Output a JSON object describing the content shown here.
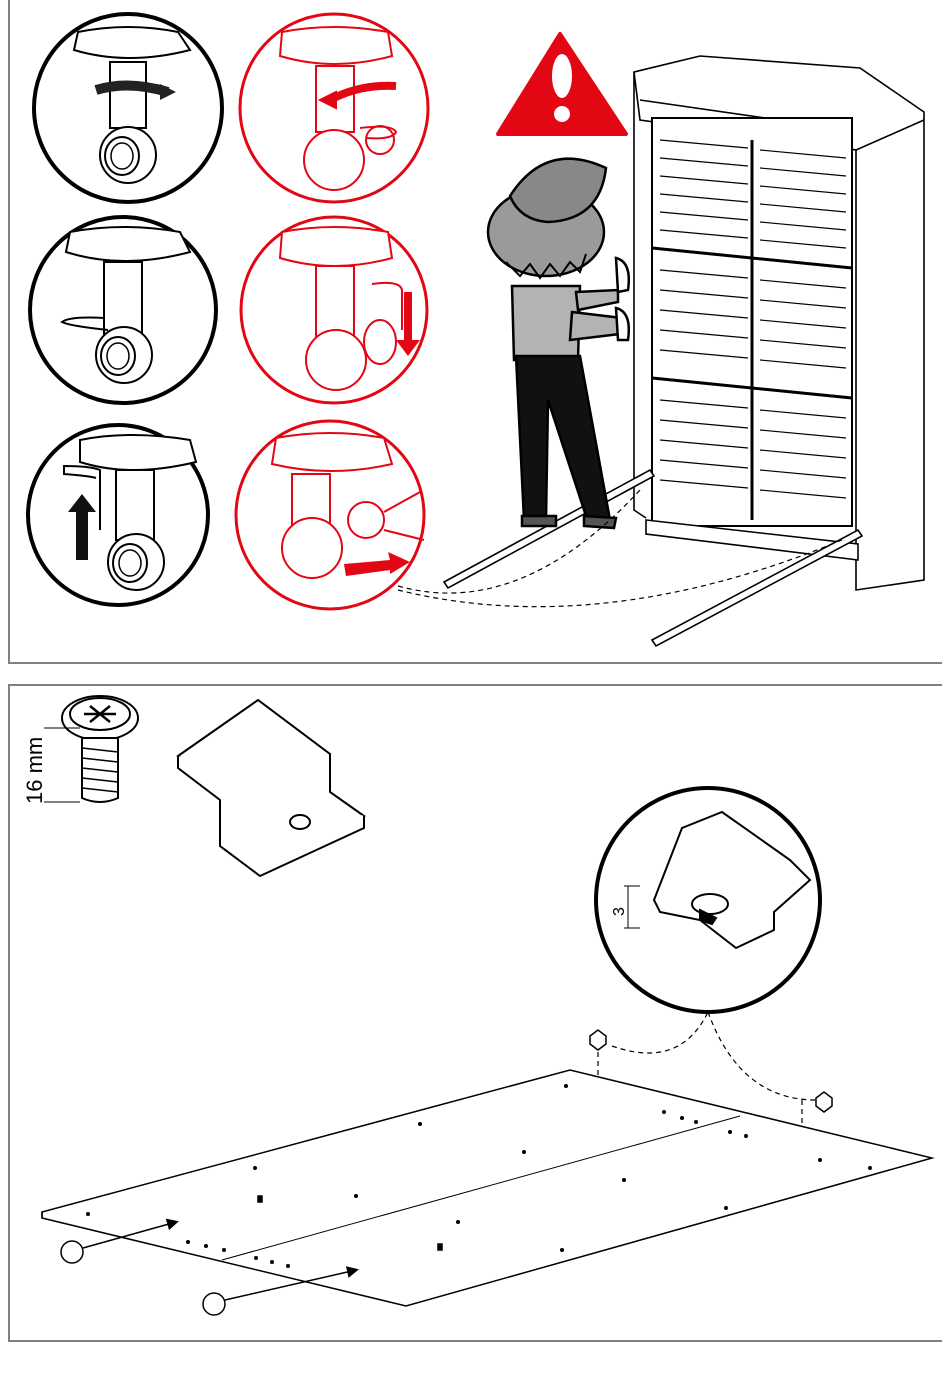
{
  "step_top": {
    "caster_sequence": [
      {
        "row": 1,
        "action": "rotate"
      },
      {
        "row": 2,
        "action": "lower-pin"
      },
      {
        "row": 3,
        "action": "lift-and-slide"
      }
    ],
    "warning_symbol": "exclamation-icon",
    "warning_color": "#e30613"
  },
  "step_bottom": {
    "screw_length_label": "16 mm",
    "detail_gap_label": "3",
    "callout_count": 2
  },
  "colors": {
    "line": "#000000",
    "red": "#e30613",
    "frame": "#808080",
    "shirt": "#b3b3b3",
    "cap": "#9a9a9a",
    "pants": "#111111"
  }
}
